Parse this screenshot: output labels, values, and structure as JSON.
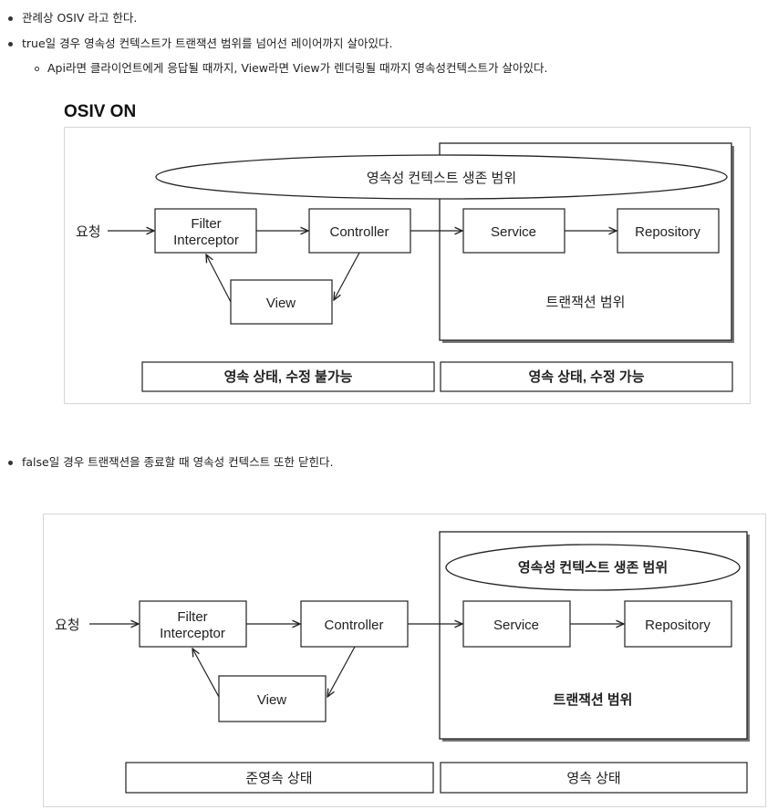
{
  "bullets": [
    {
      "text": "관례상 OSIV 라고 한다."
    },
    {
      "text": "true일 경우 영속성 컨텍스트가 트랜잭션 범위를 넘어선 레이어까지 살아있다."
    },
    {
      "text": "Api라면 클라이언트에게 응답될 때까지, View라면 View가 렌더링될 때까지 영속성컨텍스트가 살아있다."
    },
    {
      "text": "false일 경우 트랜잭션을 종료할 때 영속성 컨텍스트 또한 닫힌다."
    }
  ],
  "diagram1": {
    "title": "OSIV ON",
    "scope": "영속성 컨텍스트 생존 범위",
    "request": "요청",
    "filter_line1": "Filter",
    "filter_line2": "Interceptor",
    "controller": "Controller",
    "service": "Service",
    "repository": "Repository",
    "view": "View",
    "tx_scope": "트랜잭션 범위",
    "state_left": "영속 상태, 수정 불가능",
    "state_right": "영속 상태, 수정 가능"
  },
  "diagram2": {
    "scope": "영속성 컨텍스트 생존 범위",
    "request": "요청",
    "filter_line1": "Filter",
    "filter_line2": "Interceptor",
    "controller": "Controller",
    "service": "Service",
    "repository": "Repository",
    "view": "View",
    "tx_scope": "트랜잭션 범위",
    "state_left": "준영속 상태",
    "state_right": "영속 상태"
  }
}
